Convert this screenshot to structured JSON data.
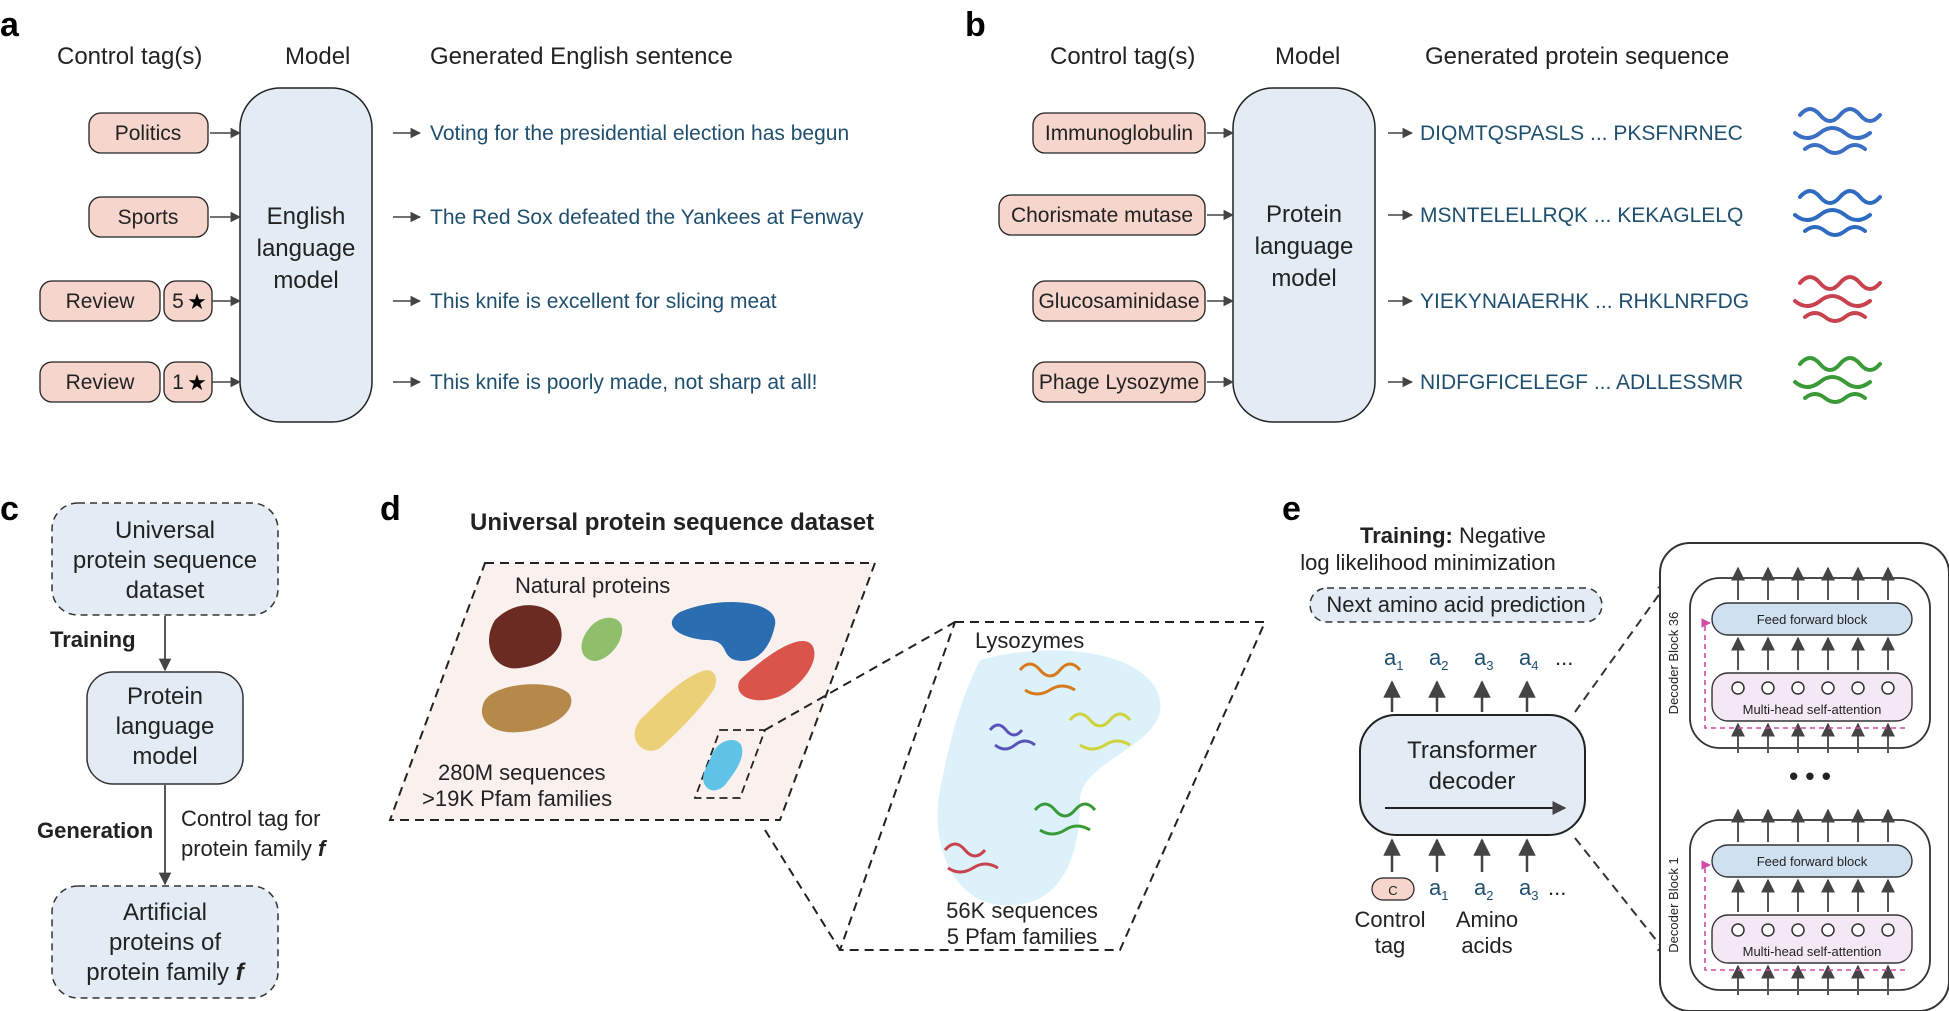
{
  "panel_a": {
    "label": "a",
    "col_tags": "Control tag(s)",
    "col_model": "Model",
    "col_output": "Generated English sentence",
    "model": [
      "English",
      "language",
      "model"
    ],
    "rows": [
      {
        "tag": "Politics",
        "stars": "",
        "output": "Voting for the presidential election has begun"
      },
      {
        "tag": "Sports",
        "stars": "",
        "output": "The Red Sox defeated the Yankees at Fenway"
      },
      {
        "tag": "Review",
        "stars": "5",
        "output": "This knife is excellent for slicing meat"
      },
      {
        "tag": "Review",
        "stars": "1",
        "output": "This knife is poorly made, not sharp at all!"
      }
    ]
  },
  "panel_b": {
    "label": "b",
    "col_tags": "Control tag(s)",
    "col_model": "Model",
    "col_output": "Generated protein sequence",
    "model": [
      "Protein",
      "language",
      "model"
    ],
    "rows": [
      {
        "tag": "Immunoglobulin",
        "output": "DIQMTQSPASLS ... PKSFNRNEC",
        "color": "#3a6fc4"
      },
      {
        "tag": "Chorismate mutase",
        "output": "MSNTELELLRQK ... KEKAGLELQ",
        "color": "#2f6bc0"
      },
      {
        "tag": "Glucosaminidase",
        "output": "YIEKYNAIAERHK ... RHKLNRFDG",
        "color": "#c9434f"
      },
      {
        "tag": "Phage Lysozyme",
        "output": "NIDFGFICELEGF ... ADLLESSMR",
        "color": "#3a9a38"
      }
    ]
  },
  "panel_c": {
    "label": "c",
    "box1": [
      "Universal",
      "protein sequence",
      "dataset"
    ],
    "training": "Training",
    "box2": [
      "Protein",
      "language",
      "model"
    ],
    "generation": "Generation",
    "control_note": [
      "Control tag for",
      "protein family "
    ],
    "family_symbol": "f",
    "box3": [
      "Artificial",
      "proteins of",
      "protein family "
    ]
  },
  "panel_d": {
    "label": "d",
    "title": "Universal protein sequence dataset",
    "natural": "Natural proteins",
    "stats1": [
      "280M sequences",
      ">19K Pfam families"
    ],
    "lysozymes": "Lysozymes",
    "stats2": [
      "56K sequences",
      "5 Pfam families"
    ],
    "blob_colors": [
      "#6b2a22",
      "#8fbf6a",
      "#2a6db0",
      "#b5894a",
      "#ecd078",
      "#d9544a",
      "#5ec3e6"
    ]
  },
  "panel_e": {
    "label": "e",
    "training_bold": "Training:",
    "training_rest": "Negative",
    "training_line2": "log likelihood minimization",
    "next_pred": "Next amino acid prediction",
    "transformer": [
      "Transformer",
      "decoder"
    ],
    "control_tag_letter": "C",
    "out_tokens": [
      "a1",
      "a2",
      "a3",
      "a4",
      "..."
    ],
    "in_tokens": [
      "a1",
      "a2",
      "a3",
      "..."
    ],
    "control_label": [
      "Control",
      "tag"
    ],
    "amino_label": [
      "Amino",
      "acids"
    ],
    "block_top": "Decoder Block 36",
    "block_bottom": "Decoder Block 1",
    "ffb": "Feed forward block",
    "mhsa": "Multi-head self-attention",
    "ellipsis": "• • •"
  },
  "colors": {
    "tag_fill": "#f6d6cc",
    "model_fill": "#e3ecf4",
    "gen_text": "#1f4f6e",
    "lyso_bg": "#dcf1f9",
    "dataset_bg": "#faf1ee",
    "dashed_attn": "#d04aa7"
  }
}
